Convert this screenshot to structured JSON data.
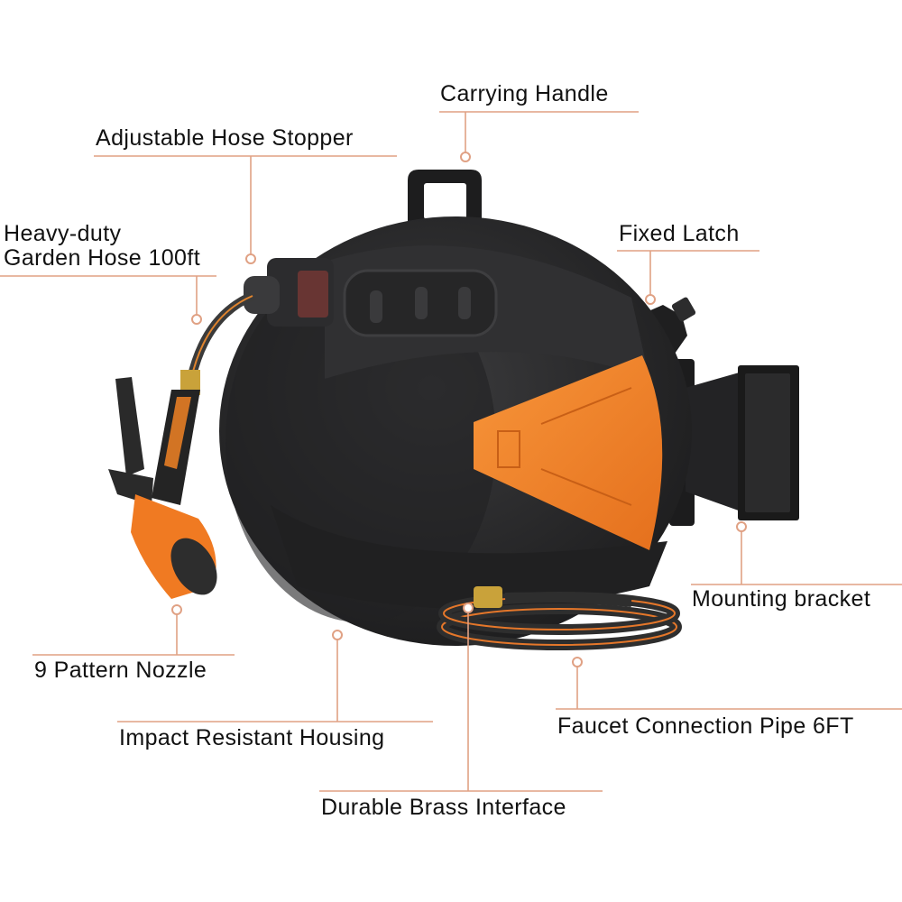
{
  "callouts": {
    "carrying_handle": "Carrying Handle",
    "hose_stopper": "Adjustable Hose Stopper",
    "garden_hose_line1": "Heavy-duty",
    "garden_hose_line2": "Garden Hose 100ft",
    "fixed_latch": "Fixed Latch",
    "mounting_bracket": "Mounting bracket",
    "nozzle": "9 Pattern Nozzle",
    "housing": "Impact Resistant Housing",
    "faucet_pipe": "Faucet Connection Pipe 6FT",
    "brass_interface": "Durable Brass Interface"
  },
  "colors": {
    "accent_line": "#e0a184",
    "housing": "#2a2a2c",
    "orange": "#f2832a",
    "label_text": "#111111"
  }
}
